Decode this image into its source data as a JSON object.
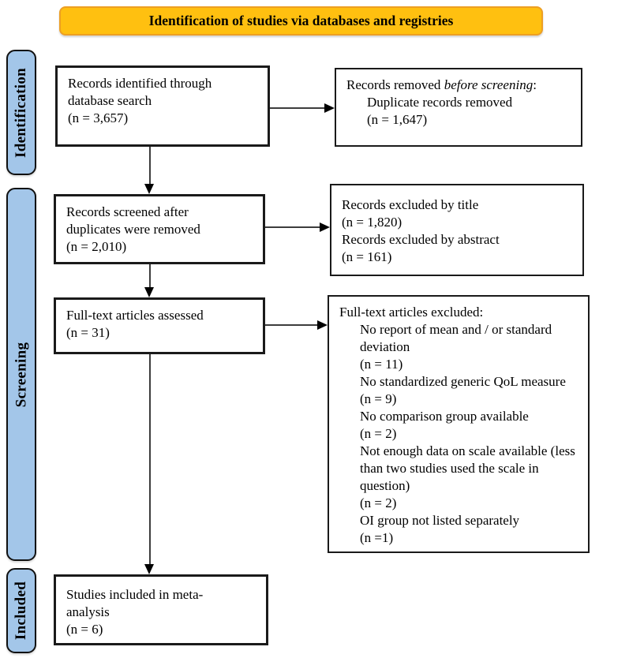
{
  "banner": {
    "title": "Identification of studies via databases and registries",
    "fill": "#FFC010",
    "border": "#ED9F23"
  },
  "stage_bars": {
    "fill": "#A3C6E9",
    "identification": {
      "label": "Identification"
    },
    "screening": {
      "label": "Screening"
    },
    "included": {
      "label": "Included"
    }
  },
  "boxes": {
    "identified": {
      "lines": [
        {
          "text": "Records identified through"
        },
        {
          "text": "database search"
        },
        {
          "text": "(n = 3,657)"
        }
      ]
    },
    "removed": {
      "lines": [
        {
          "segments": [
            {
              "text": "Records removed "
            },
            {
              "text": "before screening",
              "italic": true
            },
            {
              "text": ":"
            }
          ]
        },
        {
          "text": "Duplicate records removed",
          "indent": true
        },
        {
          "text": "(n = 1,647)",
          "indent": true
        }
      ]
    },
    "screened": {
      "lines": [
        {
          "text": "Records screened after"
        },
        {
          "text": "duplicates were removed"
        },
        {
          "text": "(n = 2,010)"
        }
      ]
    },
    "excluded_title_abstract": {
      "lines": [
        {
          "text": "Records excluded by title"
        },
        {
          "text": "(n = 1,820)"
        },
        {
          "text": "Records excluded by abstract"
        },
        {
          "text": "(n = 161)"
        }
      ]
    },
    "fulltext_assessed": {
      "lines": [
        {
          "text": "Full-text articles assessed"
        },
        {
          "text": "(n = 31)"
        }
      ]
    },
    "fulltext_excluded": {
      "lines": [
        {
          "text": "Full-text articles excluded:"
        },
        {
          "text": "No report of mean and / or standard",
          "indent": true
        },
        {
          "text": "deviation",
          "indent": true
        },
        {
          "text": "(n = 11)",
          "indent": true
        },
        {
          "text": "No standardized generic QoL measure",
          "indent": true
        },
        {
          "text": "(n = 9)",
          "indent": true
        },
        {
          "text": "No comparison group available",
          "indent": true
        },
        {
          "text": "(n = 2)",
          "indent": true
        },
        {
          "text": "Not enough data on scale available (less",
          "indent": true
        },
        {
          "text": "than two studies used the scale in",
          "indent": true
        },
        {
          "text": "question)",
          "indent": true
        },
        {
          "text": "(n = 2)",
          "indent": true
        },
        {
          "text": "OI group not listed separately",
          "indent": true
        },
        {
          "text": "(n =1)",
          "indent": true
        }
      ]
    },
    "included_meta": {
      "lines": [
        {
          "text": "Studies included in meta-"
        },
        {
          "text": "analysis"
        },
        {
          "text": "(n = 6)"
        }
      ]
    }
  }
}
